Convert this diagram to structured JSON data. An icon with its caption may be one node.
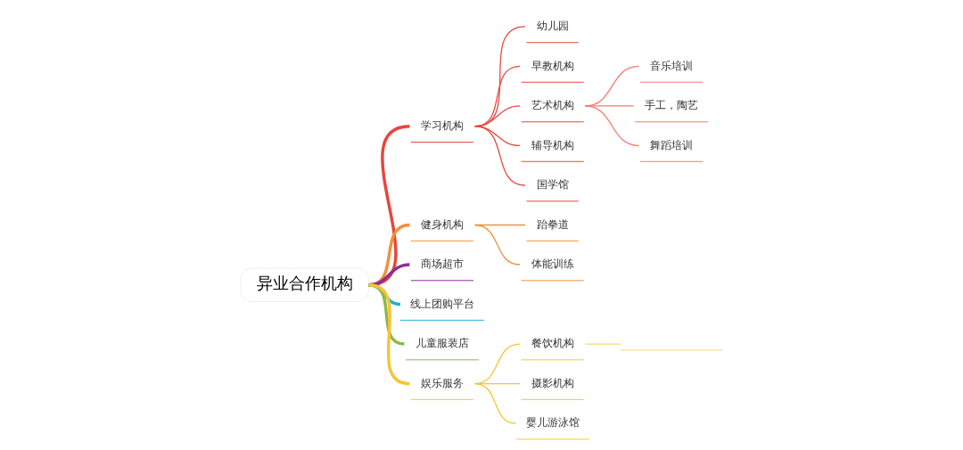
{
  "diagram": {
    "nodes": [
      {
        "text": [
          "异业合作机构"
        ]
      },
      {
        "text": [
          "学习机构"
        ]
      },
      {
        "text": [
          "幼儿园"
        ]
      },
      {
        "text": [
          "早教机构"
        ]
      },
      {
        "text": [
          "艺术机构"
        ]
      },
      {
        "text": [
          "音乐培训"
        ]
      },
      {
        "text": [
          "手工，陶艺"
        ]
      },
      {
        "text": [
          "舞蹈培训"
        ]
      },
      {
        "text": [
          "辅导机构"
        ]
      },
      {
        "text": [
          "国学馆"
        ]
      },
      {
        "text": [
          "健身机构"
        ]
      },
      {
        "text": [
          "跆拳道"
        ]
      },
      {
        "text": [
          "体能训练"
        ]
      },
      {
        "text": [
          "商场超市"
        ]
      },
      {
        "text": [
          "线上团购平台"
        ]
      },
      {
        "text": [
          "儿童服装店"
        ]
      },
      {
        "text": [
          "娱乐服务"
        ]
      },
      {
        "text": [
          "餐饮机构"
        ]
      },
      {
        "text": [],
        "shape": "line"
      },
      {
        "text": [
          "摄影机构"
        ]
      },
      {
        "text": [
          "婴儿游泳馆"
        ]
      }
    ],
    "edges": [
      {
        "from": 0,
        "to": 1,
        "arrow": "none",
        "style": "thick",
        "color": "#e8453c"
      },
      {
        "from": 1,
        "to": 2,
        "arrow": "none",
        "color": "#e8453c"
      },
      {
        "from": 1,
        "to": 3,
        "arrow": "none",
        "color": "#e8453c"
      },
      {
        "from": 1,
        "to": 4,
        "arrow": "none",
        "color": "#e8453c"
      },
      {
        "from": 4,
        "to": 5,
        "arrow": "none",
        "color": "#f07a72"
      },
      {
        "from": 4,
        "to": 6,
        "arrow": "none",
        "color": "#f07a72"
      },
      {
        "from": 4,
        "to": 7,
        "arrow": "none",
        "color": "#f07a72"
      },
      {
        "from": 1,
        "to": 8,
        "arrow": "none",
        "color": "#e8453c"
      },
      {
        "from": 1,
        "to": 9,
        "arrow": "none",
        "color": "#e8453c"
      },
      {
        "from": 0,
        "to": 10,
        "arrow": "none",
        "style": "thick",
        "color": "#f0913a"
      },
      {
        "from": 10,
        "to": 11,
        "arrow": "none",
        "color": "#f0913a"
      },
      {
        "from": 10,
        "to": 12,
        "arrow": "none",
        "color": "#f0913a"
      },
      {
        "from": 0,
        "to": 13,
        "arrow": "none",
        "style": "thick",
        "color": "#8e2c9a"
      },
      {
        "from": 0,
        "to": 14,
        "arrow": "none",
        "style": "thick",
        "color": "#1ab2d0"
      },
      {
        "from": 0,
        "to": 15,
        "arrow": "none",
        "style": "thick",
        "color": "#8cb84a"
      },
      {
        "from": 0,
        "to": 16,
        "arrow": "none",
        "style": "thick",
        "color": "#f5c533"
      },
      {
        "from": 16,
        "to": 17,
        "arrow": "none",
        "color": "#f5c533"
      },
      {
        "from": 17,
        "to": 18,
        "arrow": "none",
        "color": "#f8d870"
      },
      {
        "from": 16,
        "to": 19,
        "arrow": "none",
        "color": "#f5c533"
      },
      {
        "from": 16,
        "to": 20,
        "arrow": "none",
        "color": "#f5c533"
      }
    ]
  }
}
